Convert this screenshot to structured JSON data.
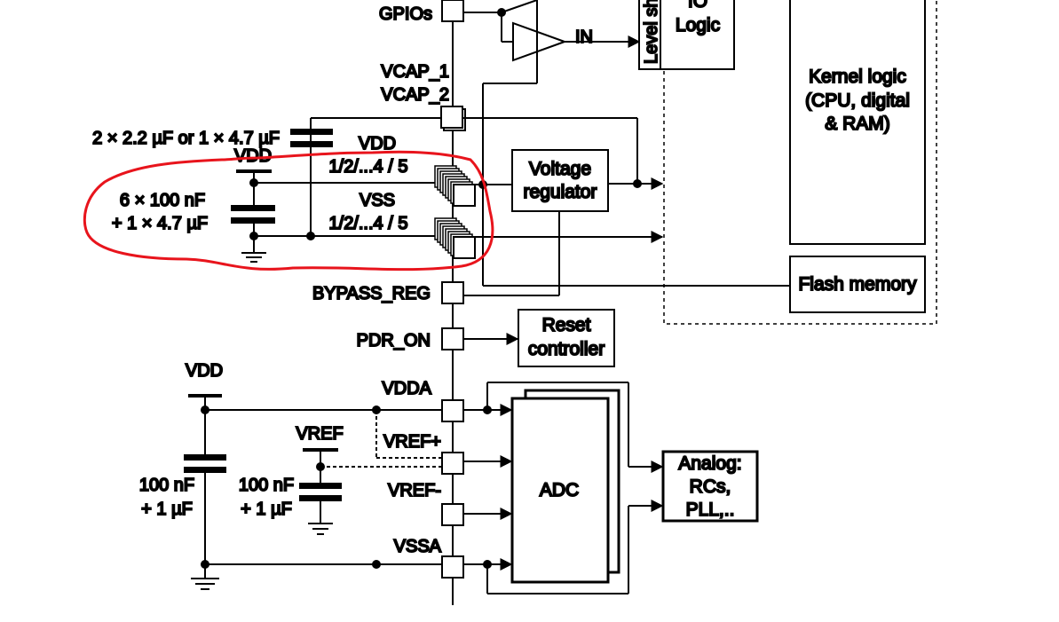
{
  "pins": {
    "gpios": "GPIOs",
    "vcap1": "VCAP_1",
    "vcap2": "VCAP_2",
    "vdd": "VDD",
    "vdd_nums": "1/2/...4 / 5",
    "vss": "VSS",
    "vss_nums": "1/2/...4 / 5",
    "bypass_reg": "BYPASS_REG",
    "pdr_on": "PDR_ON",
    "vdda": "VDDA",
    "vref_plus": "VREF+",
    "vref_minus": "VREF-",
    "vssa": "VSSA"
  },
  "signals": {
    "in": "IN"
  },
  "blocks": {
    "level_shifter": "Level sh",
    "io_logic_line1": "IO",
    "io_logic_line2": "Logic",
    "kernel_line1": "Kernel logic",
    "kernel_line2": "(CPU, digital",
    "kernel_line3": "& RAM)",
    "flash": "Flash memory",
    "regulator_line1": "Voltage",
    "regulator_line2": "regulator",
    "reset_line1": "Reset",
    "reset_line2": "controller",
    "adc": "ADC",
    "analog_line1": "Analog:",
    "analog_line2": "RCs,",
    "analog_line3": "PLL,.."
  },
  "external": {
    "vcap_caps": "2 × 2.2 µF  or  1 × 4.7 µF",
    "vdd_supply": "VDD",
    "vdd_caps_line1": "6 × 100 nF",
    "vdd_caps_line2": "+ 1 × 4.7 µF",
    "vdda_supply": "VDD",
    "vdda_caps_line1": "100 nF",
    "vdda_caps_line2": "+ 1 µF",
    "vref_supply": "VREF",
    "vref_caps_line1": "100 nF",
    "vref_caps_line2": "+ 1 µF"
  },
  "annotation": {
    "highlight_color": "#e8141c"
  }
}
